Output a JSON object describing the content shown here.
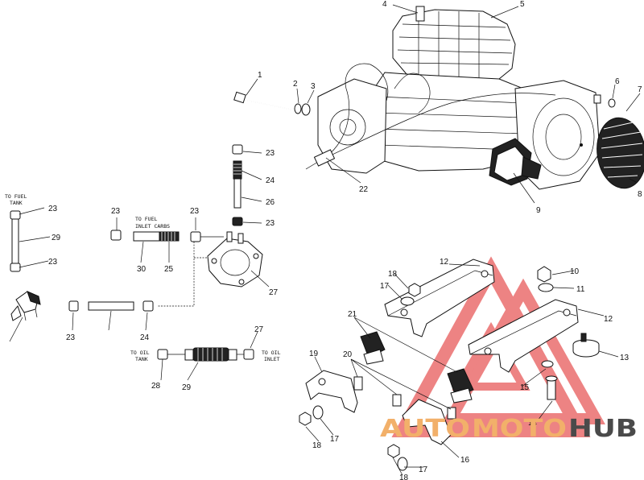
{
  "callouts": [
    "1",
    "2",
    "3",
    "4",
    "5",
    "6",
    "7",
    "8",
    "9",
    "10",
    "11",
    "12",
    "12",
    "13",
    "14",
    "15",
    "16",
    "17",
    "17",
    "17",
    "18",
    "18",
    "18",
    "19",
    "20",
    "21",
    "22",
    "23",
    "23",
    "23",
    "23",
    "23",
    "23",
    "23",
    "24",
    "24",
    "25",
    "26",
    "27",
    "27",
    "28",
    "29",
    "29",
    "30"
  ],
  "notes": {
    "to_fuel_tank": [
      "TO FUEL",
      "TANK"
    ],
    "to_fuel_inlet_carbs": [
      "TO FUEL",
      "INLET CARBS"
    ],
    "to_oil_tank": [
      "TO OIL",
      "TANK"
    ],
    "to_oil_inlet": [
      "TO OIL",
      "INLET"
    ]
  },
  "watermark": {
    "part1": "AUTO",
    "part2": "MOTO",
    "part3": "HUB",
    "color_accent": "#f2b06a",
    "color_dark": "#4a4a4a",
    "triangle_color": "#e85a5a"
  }
}
